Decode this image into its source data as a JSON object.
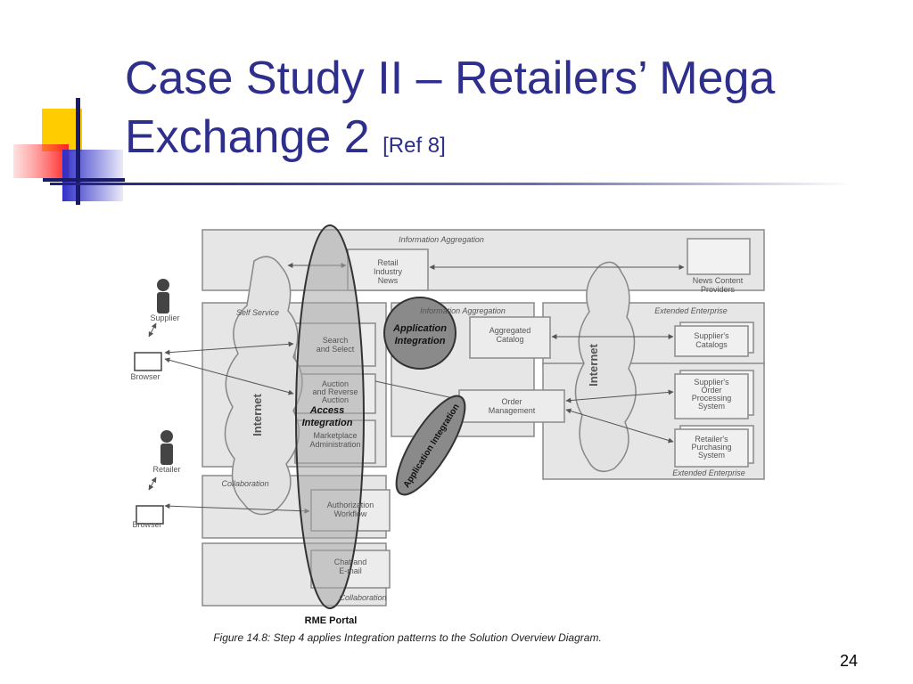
{
  "slide": {
    "title_line1": "Case Study II – Retailers’ Mega",
    "title_line2": "Exchange 2",
    "title_ref": "[Ref 8]",
    "page_number": "24"
  },
  "diagram": {
    "caption": "Figure 14.8: Step 4 applies Integration patterns to the Solution Overview Diagram.",
    "portal_label": "RME Portal",
    "internet_left": "Internet",
    "internet_right": "Internet",
    "regions": {
      "information_aggregation_top": "Information Aggregation",
      "information_aggregation_mid": "Information Aggregation",
      "self_service": "Self Service",
      "extended_enterprise_top": "Extended Enterprise",
      "extended_enterprise_bottom": "Extended Enterprise",
      "collaboration_mid": "Collaboration",
      "collaboration_bottom": "Collaboration"
    },
    "boxes": {
      "retail_news_1": "Retail",
      "retail_news_2": "Industry",
      "retail_news_3": "News",
      "news_providers_1": "News Content",
      "news_providers_2": "Providers",
      "search_1": "Search",
      "search_2": "and Select",
      "auction_1": "Auction",
      "auction_2": "and Reverse",
      "auction_3": "Auction",
      "marketplace_1": "Marketplace",
      "marketplace_2": "Administration",
      "authorization_1": "Authorization",
      "authorization_2": "Workflow",
      "chat_1": "Chat and",
      "chat_2": "E-mail",
      "catalog_1": "Aggregated",
      "catalog_2": "Catalog",
      "order_1": "Order",
      "order_2": "Management",
      "suppliers_catalogs_1": "Supplier's",
      "suppliers_catalogs_2": "Catalogs",
      "suppliers_order_1": "Supplier's",
      "suppliers_order_2": "Order",
      "suppliers_order_3": "Processing",
      "suppliers_order_4": "System",
      "retailers_purchasing_1": "Retailer's",
      "retailers_purchasing_2": "Purchasing",
      "retailers_purchasing_3": "System"
    },
    "actors": {
      "supplier": "Supplier",
      "retailer": "Retailer",
      "browser_top": "Browser",
      "browser_bottom": "Browser"
    },
    "overlays": {
      "application_integration_circle_1": "Application",
      "application_integration_circle_2": "Integration",
      "access_integration_1": "Access",
      "access_integration_2": "Integration",
      "application_integration_ellipse": "Application Integration"
    }
  }
}
